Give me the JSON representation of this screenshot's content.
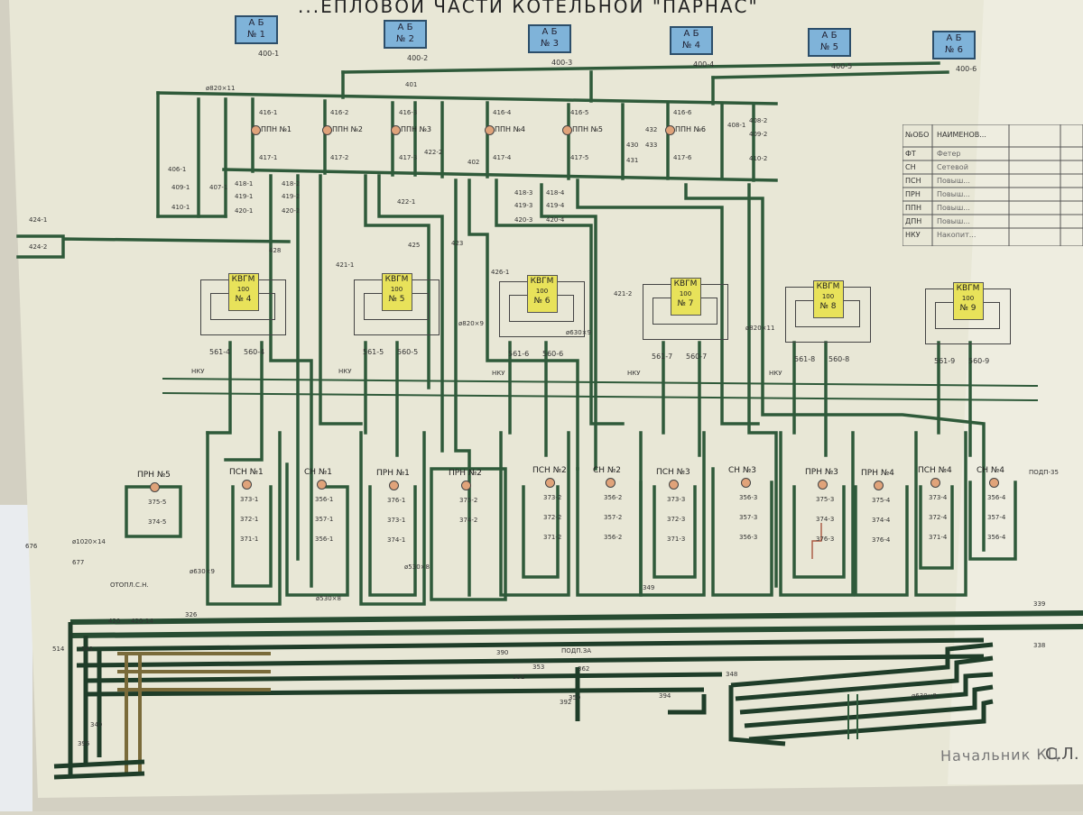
{
  "title": "...ЕПЛОВОЙ ЧАСТИ КОТЕЛЬНОЙ \"ПАРНАС\"",
  "colors": {
    "paper": "#e8e7d6",
    "pipe": "#2f5a3a",
    "blue_box": "#7fb3d9",
    "yellow_box": "#e8e25a",
    "pump": "#e0a37a"
  },
  "accumulators": [
    {
      "label": "А Б",
      "num": "№ 1",
      "valve": "400-1"
    },
    {
      "label": "А Б",
      "num": "№ 2",
      "valve": "400-2"
    },
    {
      "label": "А Б",
      "num": "№ 3",
      "valve": "400-3"
    },
    {
      "label": "А Б",
      "num": "№ 4",
      "valve": "400-4"
    },
    {
      "label": "А Б",
      "num": "№ 5",
      "valve": "400-5"
    },
    {
      "label": "А Б",
      "num": "№ 6",
      "valve": "400-6"
    }
  ],
  "boilers": [
    {
      "model": "КВГМ",
      "power": "100",
      "num": "№ 4",
      "inlet": "561-4",
      "outlet": "560-4"
    },
    {
      "model": "КВГМ",
      "power": "100",
      "num": "№ 5",
      "inlet": "561-5",
      "outlet": "560-5"
    },
    {
      "model": "КВГМ",
      "power": "100",
      "num": "№ 6",
      "inlet": "561-6",
      "outlet": "560-6"
    },
    {
      "model": "КВГМ",
      "power": "100",
      "num": "№ 7",
      "inlet": "561-7",
      "outlet": "560-7"
    },
    {
      "model": "КВГМ",
      "power": "100",
      "num": "№ 8",
      "inlet": "561-8",
      "outlet": "560-8"
    },
    {
      "model": "КВГМ",
      "power": "100",
      "num": "№ 9",
      "inlet": "561-9",
      "outlet": "560-9"
    }
  ],
  "header_pumps": [
    {
      "label": "ППН №1",
      "in": "416-1",
      "out": "417-1"
    },
    {
      "label": "ППН №2",
      "in": "416-2",
      "out": "417-2"
    },
    {
      "label": "ППН №3",
      "in": "416-3",
      "out": "417-3"
    },
    {
      "label": "ППН №4",
      "in": "416-4",
      "out": "417-4"
    },
    {
      "label": "ППН №5",
      "in": "416-5",
      "out": "417-5"
    },
    {
      "label": "ППН №6",
      "in": "416-6",
      "out": "417-6"
    }
  ],
  "lower_pumps": [
    {
      "label": "ПРН №5",
      "tags": [
        "375-5",
        "374-5"
      ]
    },
    {
      "label": "ПСН №1",
      "tags": [
        "373-1",
        "372-1",
        "371-1"
      ]
    },
    {
      "label": "СН №1",
      "tags": [
        "356-1",
        "357-1",
        "356-1"
      ]
    },
    {
      "label": "ПРН №1",
      "tags": [
        "376-1",
        "373-1",
        "374-1"
      ]
    },
    {
      "label": "ПРН №2",
      "tags": [
        "375-2",
        "374-2"
      ]
    },
    {
      "label": "ПСН №2",
      "tags": [
        "373-2",
        "372-2",
        "371-2"
      ]
    },
    {
      "label": "СН №2",
      "tags": [
        "356-2",
        "357-2",
        "356-2"
      ]
    },
    {
      "label": "ПСН №3",
      "tags": [
        "373-3",
        "372-3",
        "371-3"
      ]
    },
    {
      "label": "СН №3",
      "tags": [
        "356-3",
        "357-3",
        "356-3"
      ]
    },
    {
      "label": "ПРН №3",
      "tags": [
        "375-3",
        "374-3",
        "376-3"
      ]
    },
    {
      "label": "ПРН №4",
      "tags": [
        "375-4",
        "374-4",
        "376-4"
      ]
    },
    {
      "label": "ПСН №4",
      "tags": [
        "373-4",
        "372-4",
        "371-4"
      ]
    },
    {
      "label": "СН №4",
      "tags": [
        "356-4",
        "357-4",
        "356-4"
      ]
    }
  ],
  "header_tags": [
    "ø820×11",
    "401",
    "402",
    "406-1",
    "409-1",
    "410-1",
    "407-1",
    "418-1",
    "419-1",
    "420-1",
    "418-2",
    "419-2",
    "420-2",
    "422-1",
    "422-2",
    "425",
    "423",
    "426-1",
    "421-1",
    "421-2",
    "430",
    "431",
    "432",
    "433",
    "418-3",
    "419-3",
    "420-3",
    "418-4",
    "419-4",
    "420-4",
    "408-1",
    "408-2",
    "409-2",
    "410-2"
  ],
  "misc_tags": [
    "424-1",
    "424-2",
    "428",
    "НКУ",
    "НКУ",
    "НКУ",
    "НКУ",
    "НКУ",
    "ø630×9",
    "ø530×8",
    "ø820×9",
    "ø630×9",
    "ø530×8",
    "ø820×11",
    "ø630×9",
    "ø1020×14",
    "677",
    "676",
    "ОТОПЛ.С.Н.",
    "420",
    "420-14",
    "326",
    "514",
    "341",
    "340",
    "395",
    "ПОДП.ЗА",
    "391",
    "392",
    "390",
    "362",
    "353",
    "350",
    "394",
    "348",
    "339",
    "338",
    "349",
    "ПОДП-35"
  ],
  "table": {
    "headers": [
      "№ОБО",
      "НАИМЕНОВ..."
    ],
    "rows": [
      "ФТ",
      "СН",
      "ПСН",
      "ПРН",
      "ППН",
      "ДПН",
      "НКУ"
    ],
    "cells": [
      "Фетер",
      "Сетевой",
      "Повыш...",
      "Повыш...",
      "Повыш...",
      "Повыш...",
      "Накопит..."
    ]
  },
  "footer_signature": "Начальник КЦ",
  "footer_code": "С.Л."
}
